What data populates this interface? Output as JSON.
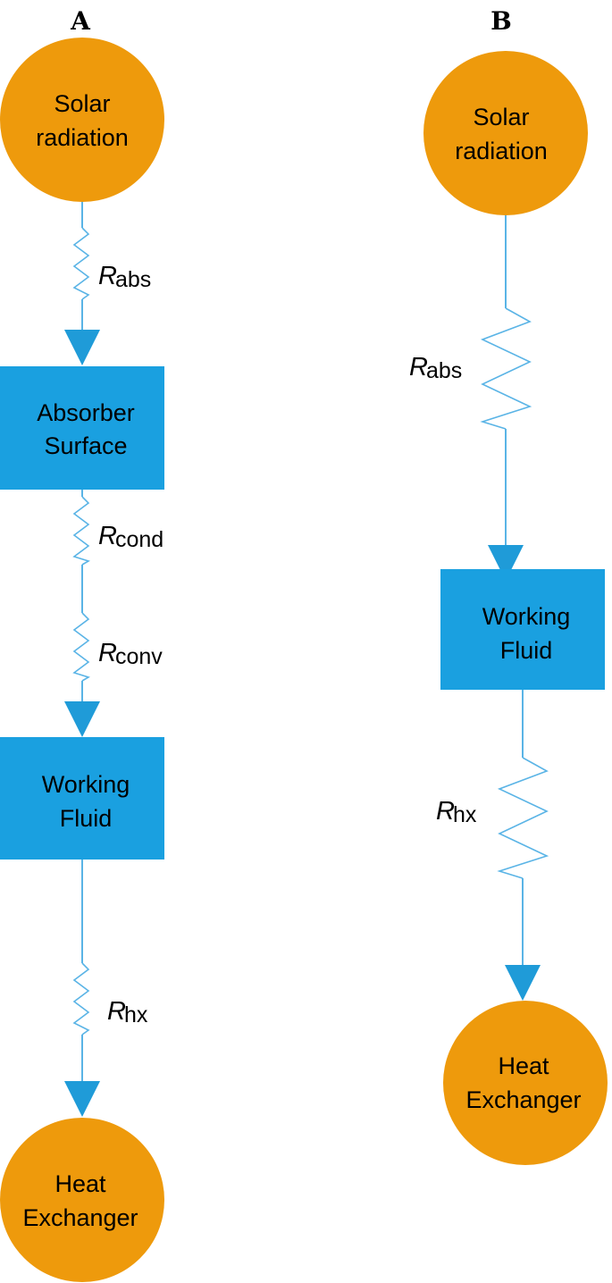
{
  "panels": [
    {
      "letter": "A",
      "nodes": [
        {
          "shape": "circle",
          "line1": "Solar",
          "line2": "radiation"
        },
        {
          "shape": "rect",
          "line1": "Absorber",
          "line2": "Surface"
        },
        {
          "shape": "rect",
          "line1": "Working",
          "line2": "Fluid"
        },
        {
          "shape": "circle",
          "line1": "Heat",
          "line2": "Exchanger"
        }
      ],
      "resistances": [
        {
          "symbol": "R",
          "subscript": "abs"
        },
        {
          "symbol": "R",
          "subscript": "cond"
        },
        {
          "symbol": "R",
          "subscript": "conv"
        },
        {
          "symbol": "R",
          "subscript": "hx"
        }
      ]
    },
    {
      "letter": "B",
      "nodes": [
        {
          "shape": "circle",
          "line1": "Solar",
          "line2": "radiation"
        },
        {
          "shape": "rect",
          "line1": "Working",
          "line2": "Fluid"
        },
        {
          "shape": "circle",
          "line1": "Heat",
          "line2": "Exchanger"
        }
      ],
      "resistances": [
        {
          "symbol": "R",
          "subscript": "abs"
        },
        {
          "symbol": "R",
          "subscript": "hx"
        }
      ]
    }
  ],
  "colors": {
    "circle_fill": "#ee9a0c",
    "rect_fill": "#1aa0e0",
    "line": "#5ab4e6",
    "arrow": "#1f9bd8"
  }
}
